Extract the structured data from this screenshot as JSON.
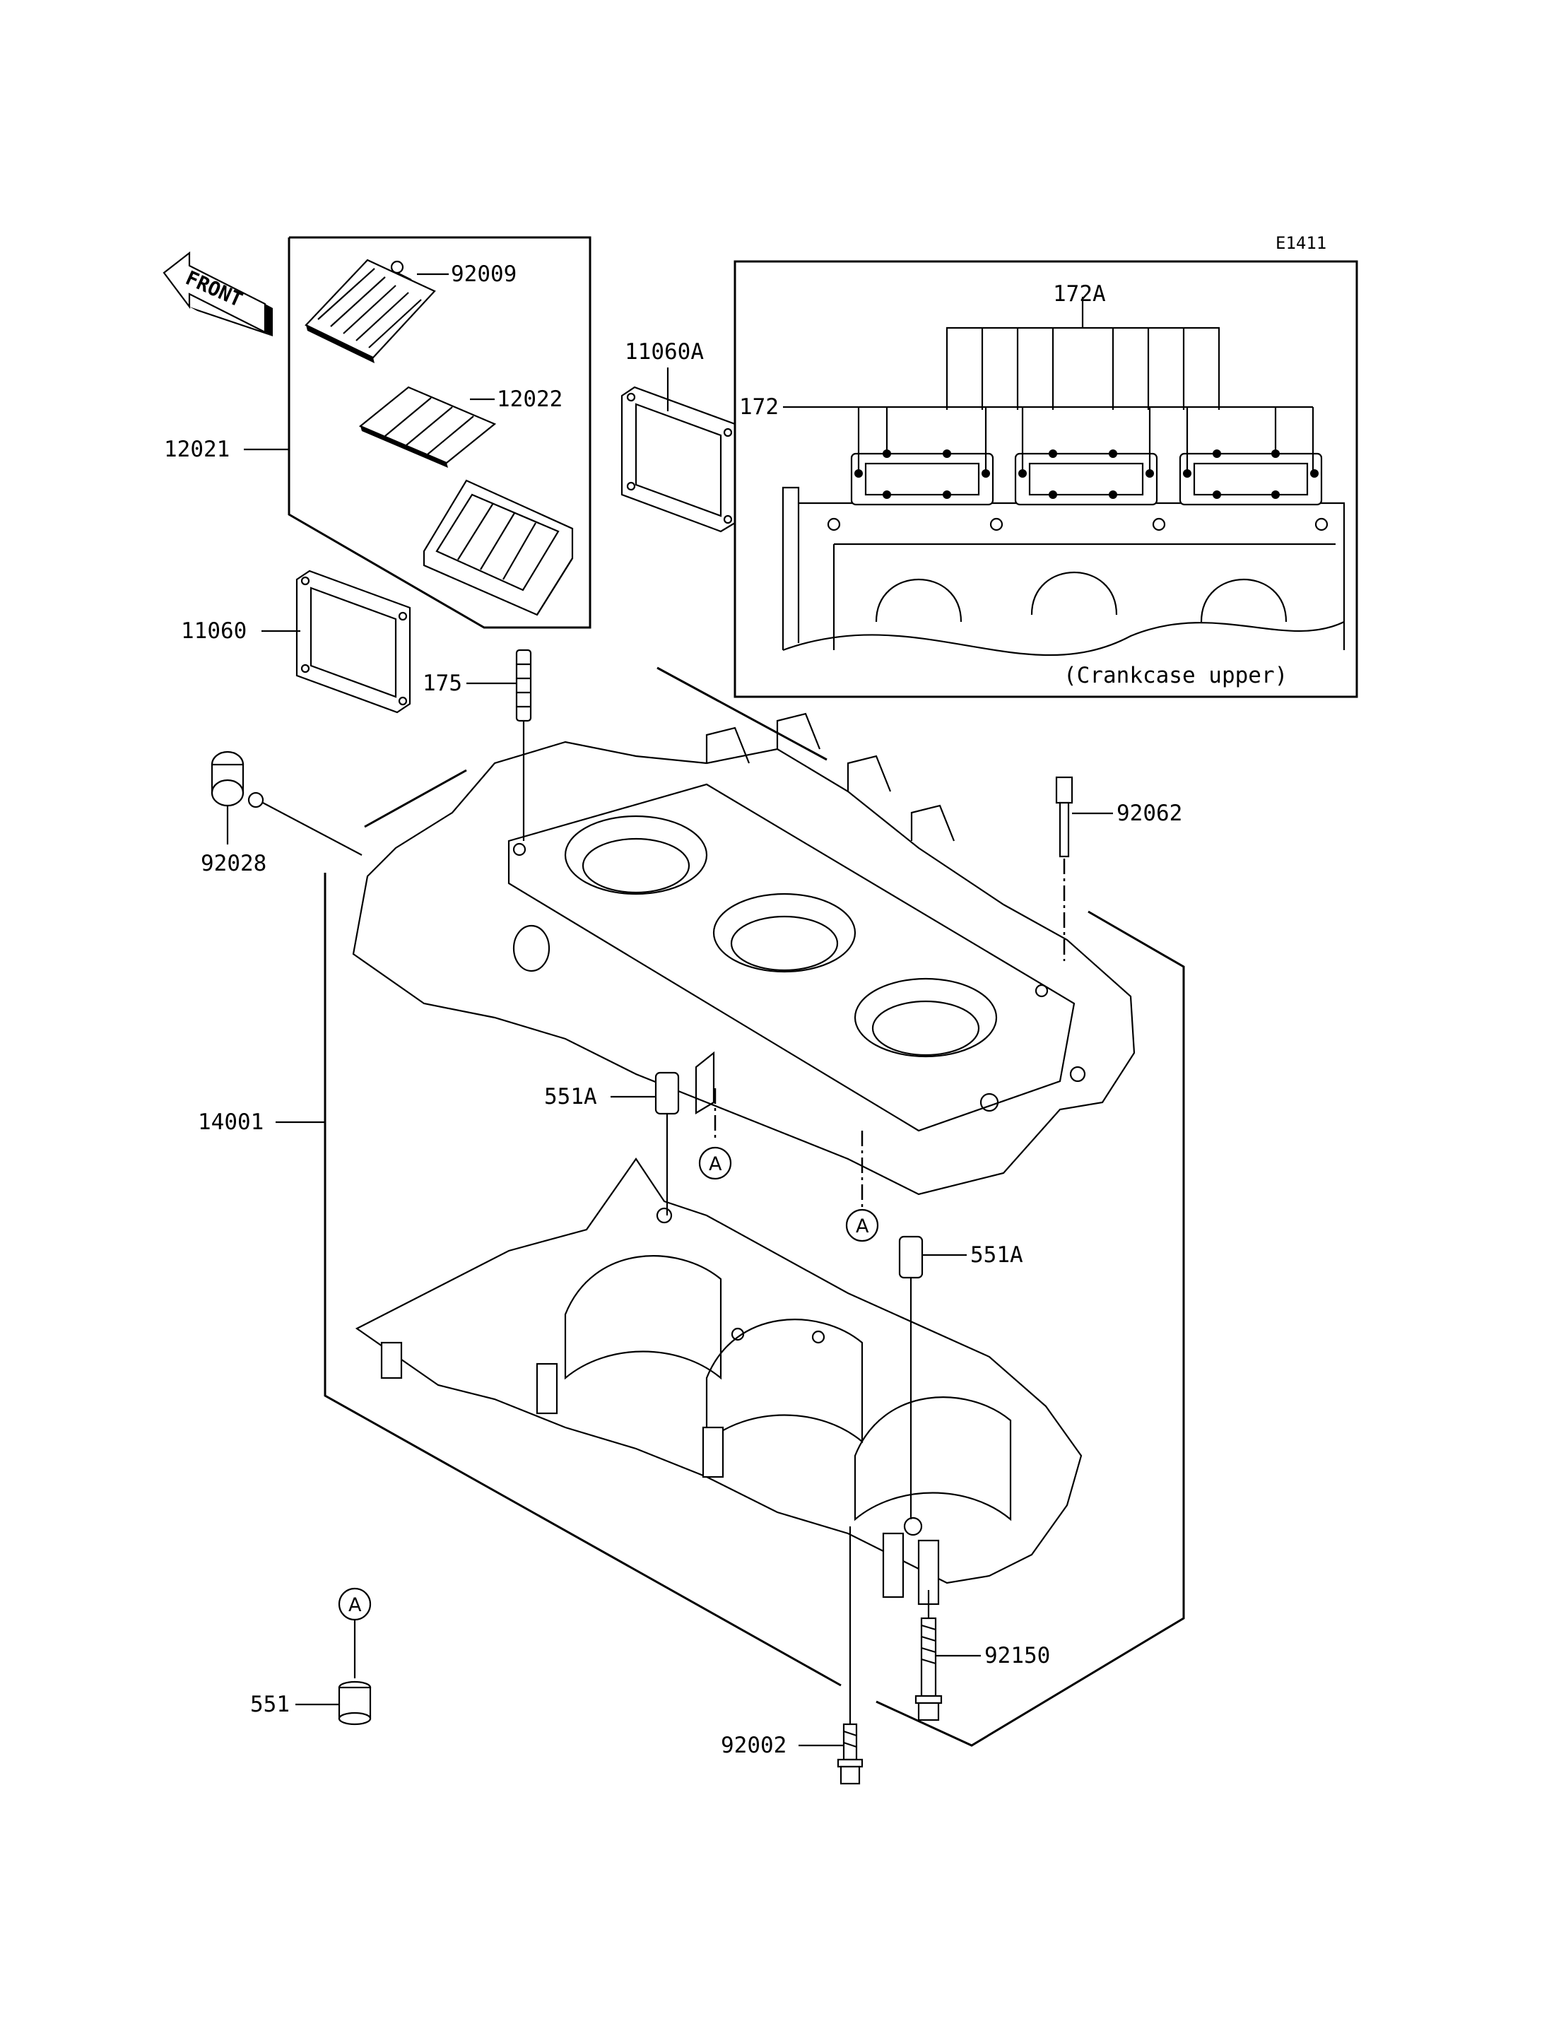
{
  "diagram_code": "E1411",
  "front_label": "FRONT",
  "inset_caption": "(Crankcase upper)",
  "reference_marker": "A",
  "parts": {
    "p92009": "92009",
    "p12022": "12022",
    "p12021": "12021",
    "p11060A": "11060A",
    "p11060": "11060",
    "p172A": "172A",
    "p172": "172",
    "p175": "175",
    "p92028": "92028",
    "p92062": "92062",
    "p14001": "14001",
    "p551A_left": "551A",
    "p551A_right": "551A",
    "p92150": "92150",
    "p551": "551",
    "p92002": "92002"
  }
}
